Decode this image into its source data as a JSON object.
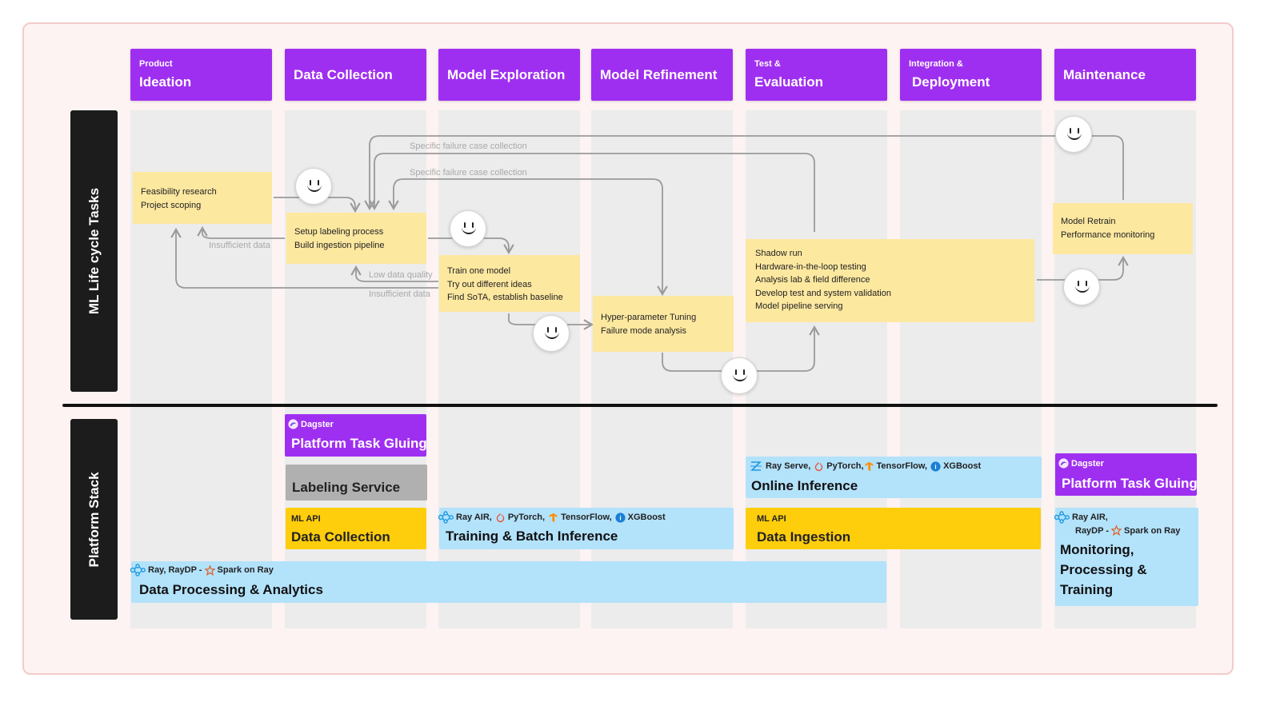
{
  "stages": [
    {
      "small": "Product",
      "large": "Ideation"
    },
    {
      "small": "",
      "large": "Data Collection"
    },
    {
      "small": "",
      "large": "Model Exploration"
    },
    {
      "small": "",
      "large": "Model Refinement"
    },
    {
      "small": "Test &",
      "large": "Evaluation"
    },
    {
      "small": "Integration &",
      "large": "Deployment"
    },
    {
      "small": "",
      "large": "Maintenance"
    }
  ],
  "rows": {
    "tasks_label": "ML  Life cycle Tasks",
    "platform_label": "Platform Stack"
  },
  "tasks": {
    "ideation": [
      "Feasibility research",
      "Project scoping"
    ],
    "collection": [
      "Setup labeling process",
      "Build ingestion pipeline"
    ],
    "exploration": [
      "Train one model",
      "Try out different ideas",
      "Find SoTA, establish baseline"
    ],
    "refinement": [
      "Hyper-parameter Tuning",
      "Failure mode analysis"
    ],
    "evaluation": [
      "Shadow run",
      "Hardware-in-the-loop testing",
      "Analysis lab & field difference",
      "Develop test and system validation",
      "Model pipeline serving"
    ],
    "maintenance": [
      "Model Retrain",
      "Performance monitoring"
    ]
  },
  "flow_labels": {
    "failure_1": "Specific failure case collection",
    "failure_2": "Specific failure case collection",
    "insufficient_1": "Insufficient data",
    "low_quality": "Low data quality",
    "insufficient_2": "Insufficient data"
  },
  "platform": {
    "dagster_1": {
      "tool": "Dagster",
      "title": "Platform Task Gluing"
    },
    "labeling": {
      "title": "Labeling Service"
    },
    "ml_api_collection": {
      "tag": "ML API",
      "title": "Data Collection"
    },
    "training": {
      "tools": [
        "Ray AIR,",
        "PyTorch,",
        "TensorFlow,",
        "XGBoost"
      ],
      "title": "Training & Batch Inference"
    },
    "online": {
      "tools": [
        "Ray Serve,",
        "PyTorch,",
        "TensorFlow,",
        "XGBoost"
      ],
      "title": "Online Inference"
    },
    "ml_api_ingestion": {
      "tag": "ML API",
      "title": "Data Ingestion"
    },
    "processing": {
      "tools_prefix": "Ray, RayDP - ",
      "tools_spark": "Spark on Ray",
      "title": "Data Processing & Analytics"
    },
    "dagster_2": {
      "tool": "Dagster",
      "title": "Platform Task Gluing"
    },
    "monitoring": {
      "tools_line1": "Ray AIR,",
      "tools_line2_prefix": "RayDP - ",
      "tools_line2_spark": "Spark on Ray",
      "title": [
        "Monitoring,",
        "Processing &",
        "Training"
      ]
    }
  },
  "colors": {
    "stage": "#9f2ff0",
    "note": "#fde8a0",
    "blue_box": "#b3e2fb",
    "yellow_box": "#fecd0c",
    "gray_box": "#b0b0b0",
    "arrow": "#9a9a9a"
  },
  "icons": [
    "smiley-face-icon",
    "ray-icon",
    "pytorch-icon",
    "tensorflow-icon",
    "xgboost-icon",
    "dagster-icon",
    "spark-icon",
    "ray-serve-icon"
  ]
}
